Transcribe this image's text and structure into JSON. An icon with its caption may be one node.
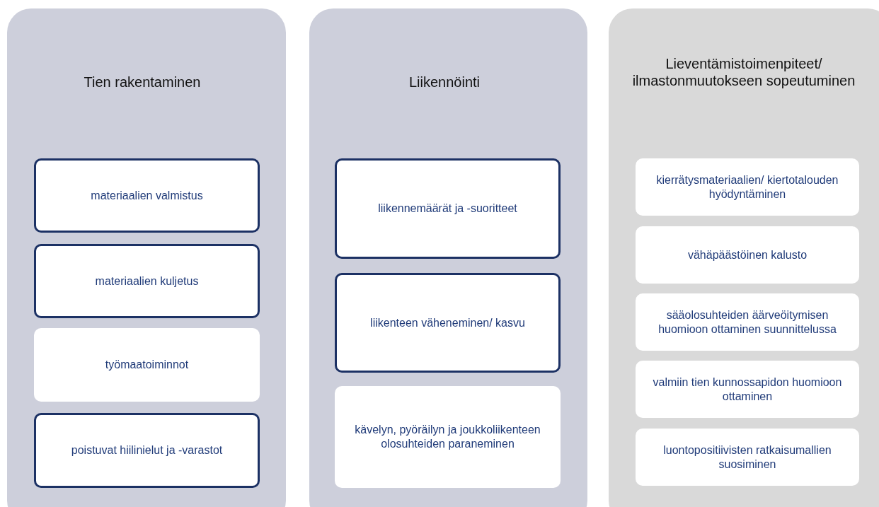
{
  "diagram": {
    "nodes": [
      {
        "text": [
          "Tien rakentaminen"
        ]
      },
      {
        "text": [
          "materiaalien valmistus"
        ],
        "in": 0
      },
      {
        "text": [
          "materiaalien kuljetus"
        ],
        "in": 0
      },
      {
        "text": [
          "työmaatoiminnot"
        ],
        "in": 0
      },
      {
        "text": [
          "poistuvat hiilinielut ja -varastot"
        ],
        "in": 0
      },
      {
        "text": [
          "Liikennöinti"
        ]
      },
      {
        "text": [
          "liikennemäärät ja -suoritteet"
        ],
        "in": 5
      },
      {
        "text": [
          "liikenteen väheneminen/ kasvu"
        ],
        "in": 5
      },
      {
        "text": [
          "kävelyn, pyöräilyn ja joukkoliikenteen olosuhteiden paraneminen"
        ],
        "in": 5
      },
      {
        "text": [
          "Lieventämistoimenpiteet/ ilmastonmuutokseen sopeutuminen"
        ]
      },
      {
        "text": [
          "kierrätysmateriaalien/ kiertotalouden hyödyntäminen"
        ],
        "in": 9
      },
      {
        "text": [
          "vähäpäästöinen kalusto"
        ],
        "in": 9
      },
      {
        "text": [
          "sääolosuhteiden äärveöitymisen huomioon ottaminen suunnittelussa"
        ],
        "in": 9
      },
      {
        "text": [
          "valmiin tien kunnossapidon huomioon ottaminen"
        ],
        "in": 9
      },
      {
        "text": [
          "luontopositiivisten ratkaisumallien suosiminen"
        ],
        "in": 9
      }
    ]
  }
}
